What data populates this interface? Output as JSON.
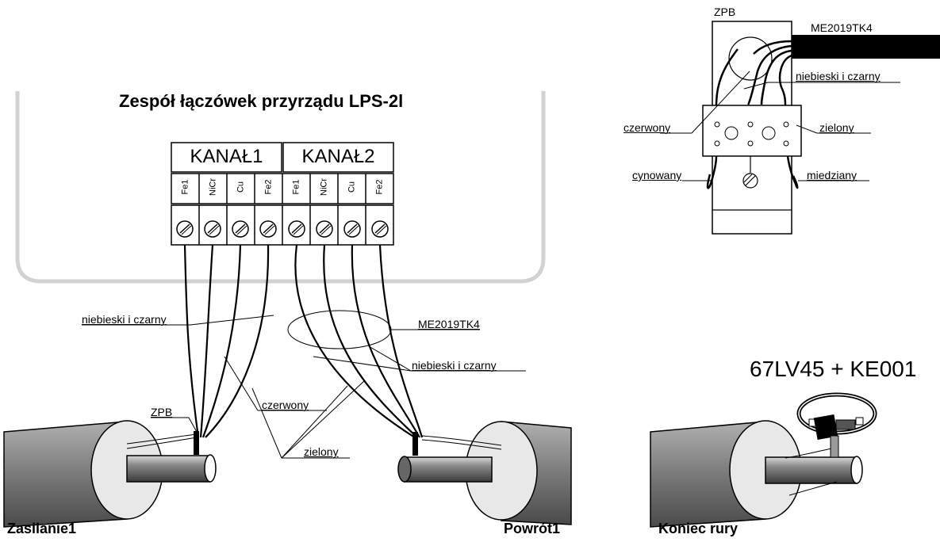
{
  "title": "Zespół łączówek przyrządu LPS-2l",
  "channels": [
    "KANAŁ1",
    "KANAŁ2"
  ],
  "terminals": [
    "Fe1",
    "NiCr",
    "Cu",
    "Fe2",
    "Fe1",
    "NiCr",
    "Cu",
    "Fe2"
  ],
  "labels": {
    "cable_left": "niebieski i czarny",
    "cable_mid_id": "ME2019TK4",
    "cable_right": "niebieski i czarny",
    "red_left": "czerwony",
    "green_left": "zielony",
    "zpb_left": "ZPB"
  },
  "pipes": {
    "supply": "Zasilanie1",
    "return": "Powrót1",
    "end": "Koniec rury"
  },
  "sensor": {
    "name": "67LV45 + KE001"
  },
  "detail": {
    "title": "ZPB",
    "cable": "ME2019TK4",
    "blue_black": "niebieski i czarny",
    "red": "czerwony",
    "green": "zielony",
    "tinned": "cynowany",
    "copper": "miedziany"
  }
}
